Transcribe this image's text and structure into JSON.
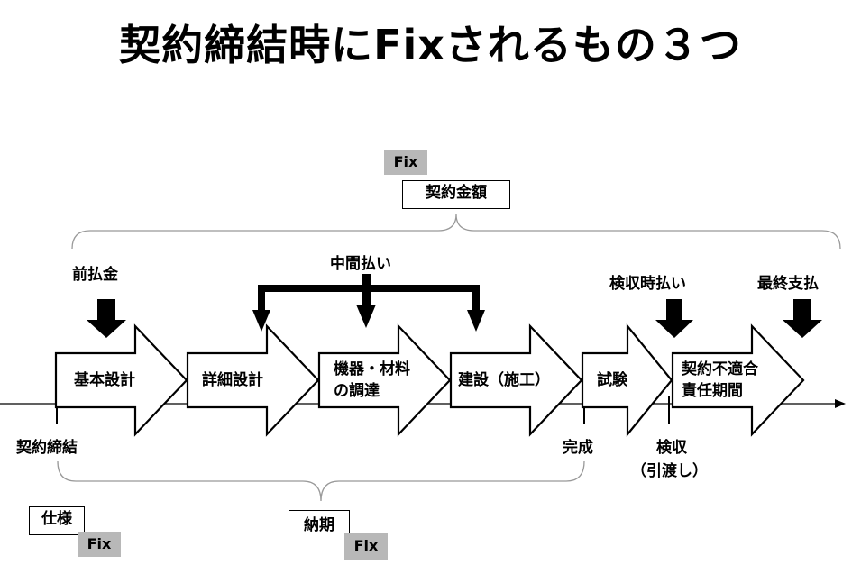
{
  "title": "契約締結時にFixされるもの３つ",
  "top_group": {
    "fix": "Fix",
    "label": "契約金額"
  },
  "payments": {
    "advance": "前払金",
    "interim": "中間払い",
    "on_acceptance": "検収時払い",
    "final": "最終支払"
  },
  "phases": [
    {
      "label": "基本設計"
    },
    {
      "label": "詳細設計"
    },
    {
      "line1": "機器・材料",
      "line2": "の調達"
    },
    {
      "label": "建設（施工）"
    },
    {
      "label": "試験"
    },
    {
      "line1": "契約不適合",
      "line2": "責任期間"
    }
  ],
  "milestones": {
    "contract": "契約締結",
    "completion": "完成",
    "acceptance_line1": "検収",
    "acceptance_line2": "（引渡し）"
  },
  "bottom_items": [
    {
      "label": "仕様",
      "fix": "Fix"
    },
    {
      "label": "納期",
      "fix": "Fix"
    }
  ]
}
